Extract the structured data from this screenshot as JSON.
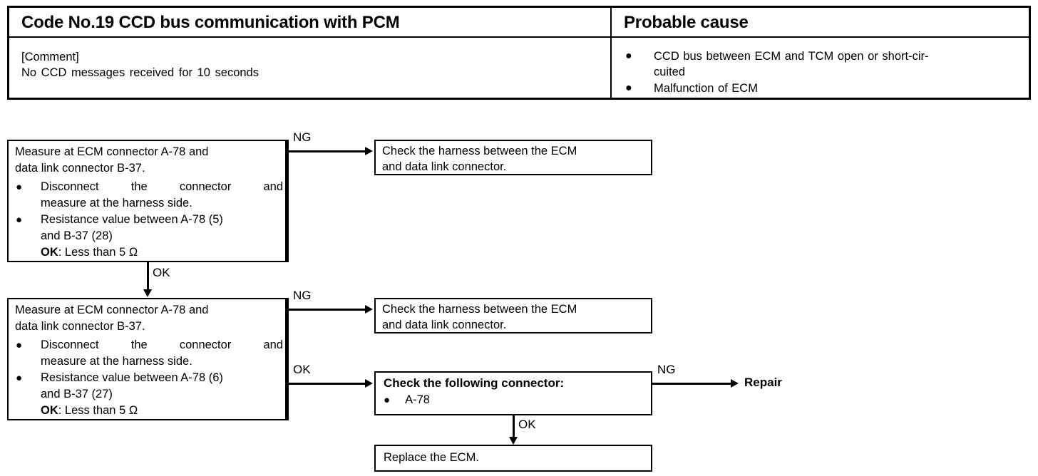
{
  "header_table": {
    "code_title": "Code No.19 CCD bus communication with PCM",
    "probable_cause_title": "Probable cause",
    "comment_label": "[Comment]",
    "comment_text": "No CCD messages received for 10 seconds",
    "bullet_glyph": "●",
    "causes": [
      "CCD bus between ECM and TCM open or short-cir-cuited",
      "Malfunction of ECM"
    ],
    "causes_wrapped": [
      {
        "line1": "CCD bus between ECM and TCM open or short-cir-",
        "line2": "cuited"
      },
      {
        "line1": "Malfunction of ECM",
        "line2": ""
      }
    ]
  },
  "flowchart": {
    "bullet_glyph": "●",
    "step1": {
      "line1": "Measure at ECM connector A-78 and",
      "line2": "data link connector B-37.",
      "item1_line1": "Disconnect the connector and",
      "item1_line2": "measure at the harness side.",
      "item2_line1": "Resistance value between A-78 (5)",
      "item2_line2": "and B-37 (28)",
      "item2_ok_label": "OK",
      "item2_ok_value": ": Less than 5 Ω"
    },
    "step2": {
      "line1": "Measure at ECM connector A-78 and",
      "line2": "data link connector B-37.",
      "item1_line1": "Disconnect the connector and",
      "item1_line2": "measure at the harness side.",
      "item2_line1": "Resistance value between A-78 (6)",
      "item2_line2": "and B-37 (27)",
      "item2_ok_label": "OK",
      "item2_ok_value": ": Less than 5 Ω"
    },
    "harness1": {
      "line1": "Check the harness between the ECM",
      "line2": "and data link connector."
    },
    "harness2": {
      "line1": "Check the harness between the ECM",
      "line2": "and data link connector."
    },
    "connector_check": {
      "title": "Check the following connector:",
      "item": "A-78"
    },
    "replace": {
      "text": "Replace the ECM."
    },
    "repair": {
      "text": "Repair"
    },
    "labels": {
      "ng1": "NG",
      "ok1": "OK",
      "ng2": "NG",
      "ok2": "OK",
      "ng3": "NG",
      "ok3": "OK"
    }
  }
}
